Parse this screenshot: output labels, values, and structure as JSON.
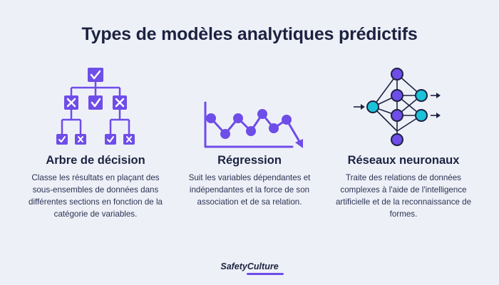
{
  "header": {
    "title": "Types de modèles analytiques prédictifs"
  },
  "columns": [
    {
      "icon": "decision-tree-icon",
      "title": "Arbre de décision",
      "description": "Classe les résultats en plaçant des sous-ensembles de données dans différentes sections en fonction de la catégorie de variables."
    },
    {
      "icon": "regression-chart-icon",
      "title": "Régression",
      "description": "Suit les variables dépendantes et indépendantes et la force de son association et de sa relation."
    },
    {
      "icon": "neural-network-icon",
      "title": "Réseaux neuronaux",
      "description": "Traite des relations de données complexes à l'aide de l'intelligence artificielle et de la reconnaissance de formes."
    }
  ],
  "footer": {
    "brand_safety": "Safety",
    "brand_culture": "Culture"
  },
  "colors": {
    "purple": "#6e4de8",
    "cyan": "#1bc3d8",
    "navy": "#1c2340",
    "background": "#eef0f8"
  }
}
